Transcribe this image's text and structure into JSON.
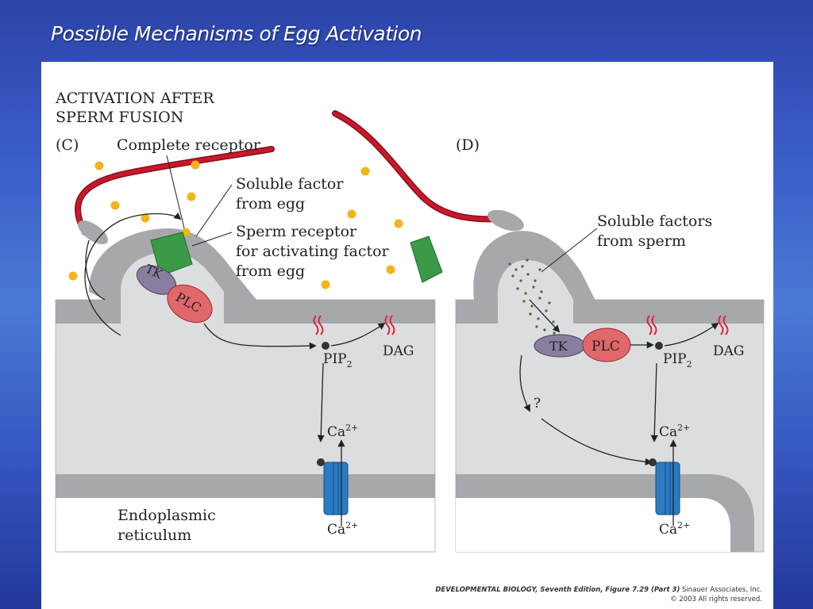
{
  "slide": {
    "title": "Possible Mechanisms of Egg Activation"
  },
  "figure": {
    "heading_line1": "ACTIVATION AFTER",
    "heading_line2": "SPERM FUSION",
    "panel_c": {
      "label": "(C)",
      "complete_receptor": "Complete receptor",
      "soluble_factor_line1": "Soluble factor",
      "soluble_factor_line2": "from egg",
      "sperm_receptor_line1": "Sperm receptor",
      "sperm_receptor_line2": "for activating factor",
      "sperm_receptor_line3": "from egg",
      "tk": "TK",
      "plc": "PLC",
      "pip": "PIP",
      "pip_sub": "2",
      "dag": "DAG",
      "ca_top": "Ca",
      "ca_top_sup": "2+",
      "ca_bottom": "Ca",
      "ca_bottom_sup": "2+",
      "er_line1": "Endoplasmic",
      "er_line2": "reticulum"
    },
    "panel_d": {
      "label": "(D)",
      "soluble_factors_line1": "Soluble factors",
      "soluble_factors_line2": "from sperm",
      "tk": "TK",
      "plc": "PLC",
      "pip": "PIP",
      "pip_sub": "2",
      "dag": "DAG",
      "question": "?",
      "ca_top": "Ca",
      "ca_top_sup": "2+",
      "ca_bottom": "Ca",
      "ca_bottom_sup": "2+"
    },
    "credit": {
      "book": "DEVELOPMENTAL BIOLOGY, Seventh Edition,",
      "figure": "Figure 7.29 (Part 3)",
      "publisher": "Sinauer Associates, Inc.",
      "copyright": "© 2003 All rights reserved."
    },
    "colors": {
      "membrane": "#a6a8ab",
      "cytoplasm": "#dcdddf",
      "sperm_tail": "#c8182b",
      "factor_dot": "#f4b41a",
      "receptor_green": "#3a9a48",
      "tk_purple": "#8a7ea0",
      "plc_red": "#e0686a",
      "channel_blue": "#2a7ac4",
      "lipid_red": "#d8283a",
      "sperm_factor_dot": "#4a6a2a"
    }
  }
}
